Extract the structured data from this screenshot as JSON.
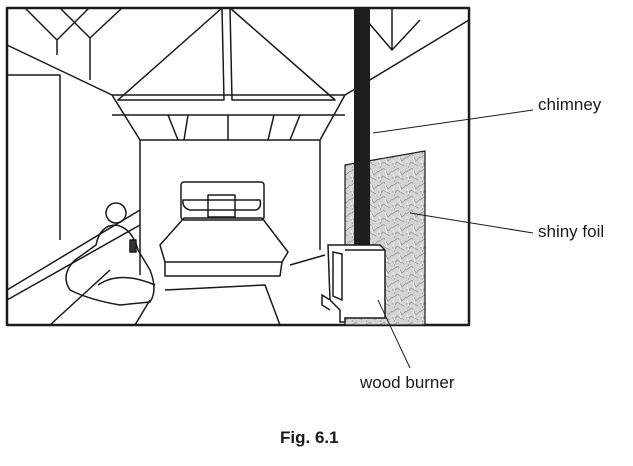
{
  "figure": {
    "caption": "Fig. 6.1",
    "scene": "room with wood burner",
    "labels": {
      "chimney": "chimney",
      "shiny_foil": "shiny foil",
      "wood_burner": "wood burner"
    },
    "colors": {
      "line": "#1a1a1a",
      "chimney": "#1e1e1e",
      "foil": "#c8c8c8"
    }
  }
}
